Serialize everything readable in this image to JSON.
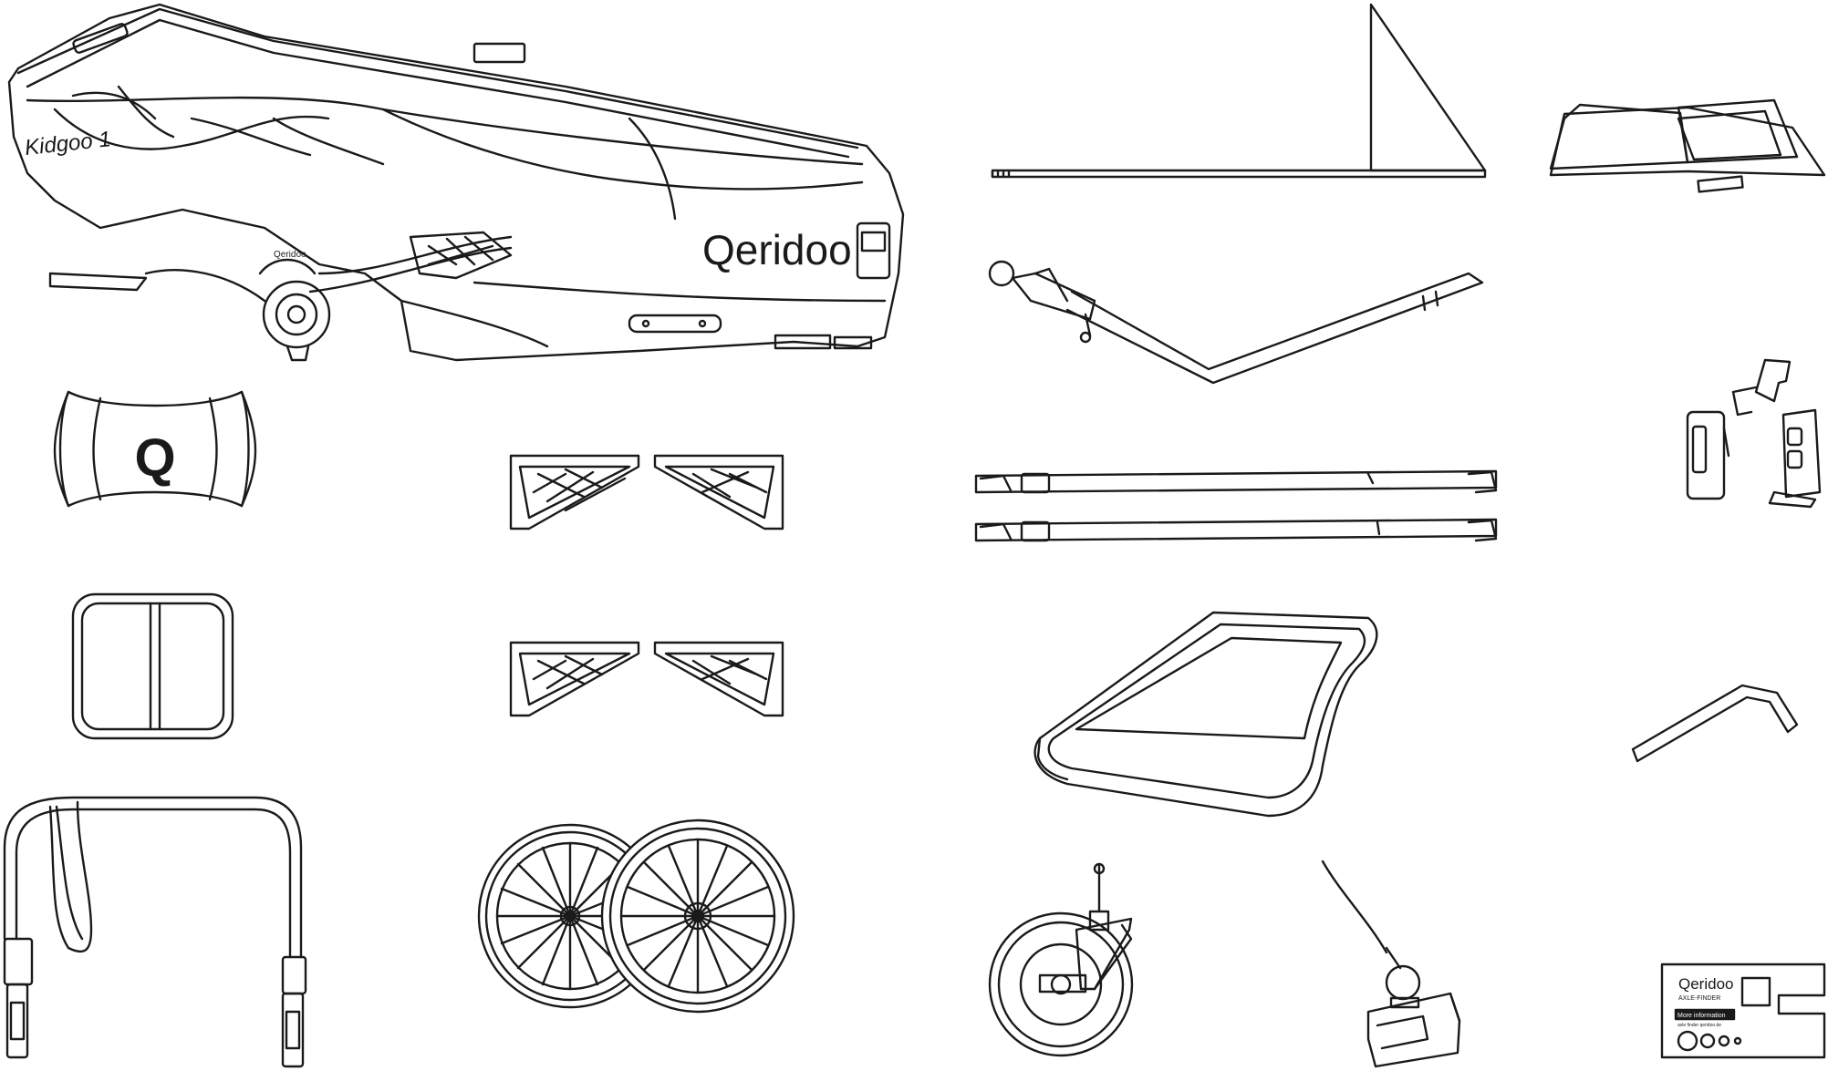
{
  "trailer": {
    "model_label": "Kidgoo 1",
    "brand_label": "Qeridoo",
    "small_brand_label": "Qeridoo"
  },
  "bumper": {
    "logo_letter": "Q"
  },
  "axle_finder": {
    "brand_label": "Qeridoo",
    "subtitle": "AXLE-FINDER",
    "info_label": "More information",
    "info_sub": "axle finder qeridoo.de"
  },
  "colors": {
    "line": "#1a1a1a",
    "background": "#ffffff"
  }
}
